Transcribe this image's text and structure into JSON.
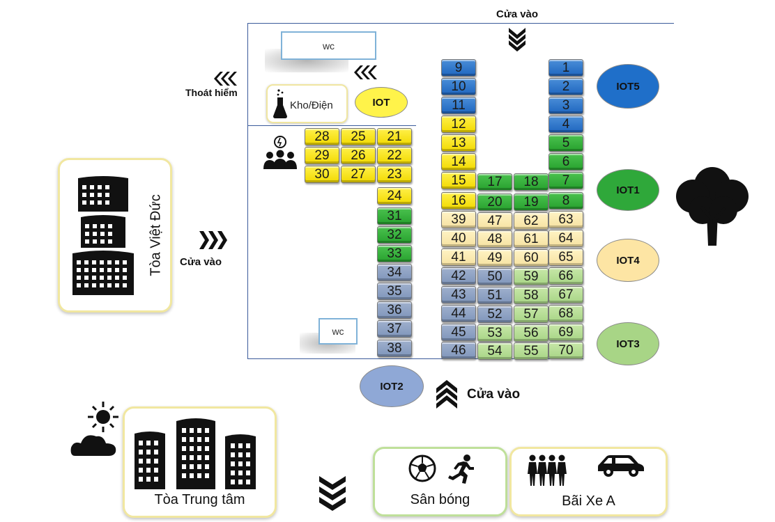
{
  "labels": {
    "top_entrance": "Cửa vào",
    "left_entrance": "Cửa vào",
    "bottom_entrance": "Cửa vào",
    "emergency_exit": "Thoát hiểm",
    "wc_top": "wc",
    "wc_bottom": "wc",
    "storage": "Kho/Điện",
    "iot_small": "IOT"
  },
  "iot_zones": {
    "iot5": {
      "label": "IOT5",
      "color": "#1f6fc9"
    },
    "iot1": {
      "label": "IOT1",
      "color": "#2fa83a"
    },
    "iot4": {
      "label": "IOT4",
      "color": "#fde5a4"
    },
    "iot3": {
      "label": "IOT3",
      "color": "#a8d586"
    },
    "iot2": {
      "label": "IOT2",
      "color": "#8fa8d6"
    }
  },
  "buildings": {
    "viet_duc": "Tòa Việt Đức",
    "trung_tam": "Tòa Trung tâm",
    "san_bong": "Sân bóng",
    "bai_xe": "Bãi Xe A"
  },
  "slots": [
    {
      "n": "28",
      "color": "yellow"
    },
    {
      "n": "25",
      "color": "yellow"
    },
    {
      "n": "21",
      "color": "yellow"
    },
    {
      "n": "29",
      "color": "yellow"
    },
    {
      "n": "26",
      "color": "yellow"
    },
    {
      "n": "22",
      "color": "yellow"
    },
    {
      "n": "30",
      "color": "yellow"
    },
    {
      "n": "27",
      "color": "yellow"
    },
    {
      "n": "23",
      "color": "yellow"
    },
    {
      "n": "24",
      "color": "yellow"
    },
    {
      "n": "31",
      "color": "green"
    },
    {
      "n": "32",
      "color": "green"
    },
    {
      "n": "33",
      "color": "green"
    },
    {
      "n": "34",
      "color": "grey"
    },
    {
      "n": "35",
      "color": "grey"
    },
    {
      "n": "36",
      "color": "grey"
    },
    {
      "n": "37",
      "color": "grey"
    },
    {
      "n": "38",
      "color": "grey"
    },
    {
      "n": "9",
      "color": "blue"
    },
    {
      "n": "10",
      "color": "blue"
    },
    {
      "n": "11",
      "color": "blue"
    },
    {
      "n": "12",
      "color": "yellow"
    },
    {
      "n": "13",
      "color": "yellow"
    },
    {
      "n": "14",
      "color": "yellow"
    },
    {
      "n": "15",
      "color": "yellow"
    },
    {
      "n": "16",
      "color": "yellow"
    },
    {
      "n": "39",
      "color": "cream"
    },
    {
      "n": "40",
      "color": "cream"
    },
    {
      "n": "41",
      "color": "cream"
    },
    {
      "n": "42",
      "color": "grey"
    },
    {
      "n": "43",
      "color": "grey"
    },
    {
      "n": "44",
      "color": "grey"
    },
    {
      "n": "45",
      "color": "grey"
    },
    {
      "n": "46",
      "color": "grey"
    },
    {
      "n": "17",
      "color": "green"
    },
    {
      "n": "20",
      "color": "green"
    },
    {
      "n": "47",
      "color": "cream"
    },
    {
      "n": "48",
      "color": "cream"
    },
    {
      "n": "49",
      "color": "cream"
    },
    {
      "n": "50",
      "color": "grey"
    },
    {
      "n": "51",
      "color": "grey"
    },
    {
      "n": "52",
      "color": "grey"
    },
    {
      "n": "53",
      "color": "lgreen"
    },
    {
      "n": "54",
      "color": "lgreen"
    },
    {
      "n": "18",
      "color": "green"
    },
    {
      "n": "19",
      "color": "green"
    },
    {
      "n": "62",
      "color": "cream"
    },
    {
      "n": "61",
      "color": "cream"
    },
    {
      "n": "60",
      "color": "cream"
    },
    {
      "n": "59",
      "color": "lgreen"
    },
    {
      "n": "58",
      "color": "lgreen"
    },
    {
      "n": "57",
      "color": "lgreen"
    },
    {
      "n": "56",
      "color": "lgreen"
    },
    {
      "n": "55",
      "color": "lgreen"
    },
    {
      "n": "1",
      "color": "blue"
    },
    {
      "n": "2",
      "color": "blue"
    },
    {
      "n": "3",
      "color": "blue"
    },
    {
      "n": "4",
      "color": "blue"
    },
    {
      "n": "5",
      "color": "green"
    },
    {
      "n": "6",
      "color": "green"
    },
    {
      "n": "7",
      "color": "green"
    },
    {
      "n": "8",
      "color": "green"
    },
    {
      "n": "63",
      "color": "cream"
    },
    {
      "n": "64",
      "color": "cream"
    },
    {
      "n": "65",
      "color": "cream"
    },
    {
      "n": "66",
      "color": "lgreen"
    },
    {
      "n": "67",
      "color": "lgreen"
    },
    {
      "n": "68",
      "color": "lgreen"
    },
    {
      "n": "69",
      "color": "lgreen"
    },
    {
      "n": "70",
      "color": "lgreen"
    }
  ],
  "icons": [
    "chevron-down-icon",
    "chevron-left-icon",
    "chevron-right-icon",
    "chevron-up-icon",
    "flask-icon",
    "meeting-icon",
    "building-icon",
    "tree-icon",
    "weather-icon",
    "football-icon",
    "runner-icon",
    "people-icon",
    "car-icon"
  ]
}
